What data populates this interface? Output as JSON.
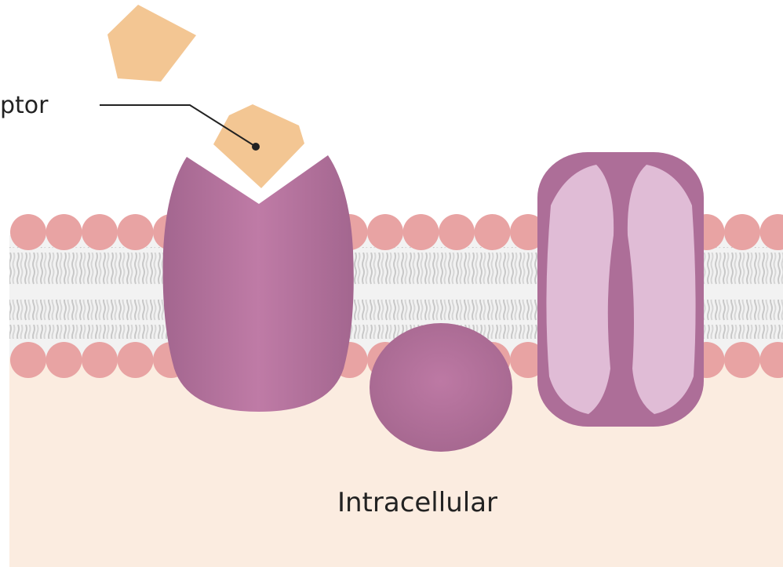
{
  "labels": {
    "receptor": "ptor",
    "intracellular": "Intracellular"
  },
  "colors": {
    "background": "#ffffff",
    "intracellular_fill": "#fbece0",
    "membrane_core": "#f2f2f2",
    "lipid_head": "#e8a3a3",
    "lipid_tail": "#c9c9c9",
    "protein_purple": "#b06e9b",
    "protein_light": "#e0bcd6",
    "ligand": "#f3c693",
    "leader_line": "#222222"
  },
  "icons": [
    "ligand-pentagon",
    "lipid-bilayer",
    "receptor-protein",
    "peripheral-protein",
    "channel-protein"
  ]
}
